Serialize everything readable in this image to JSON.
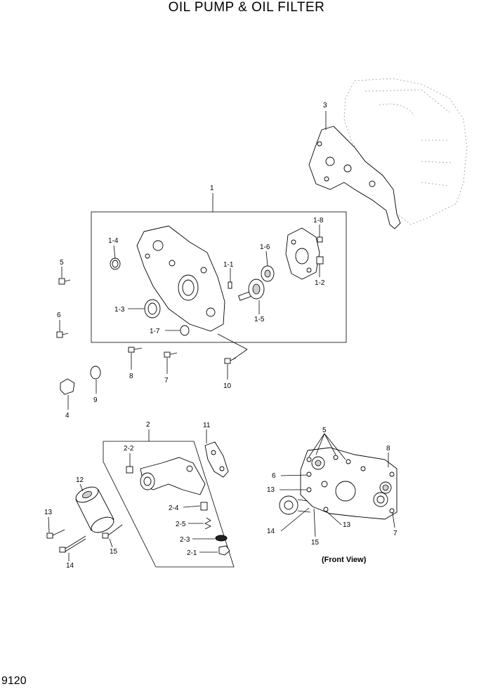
{
  "title": "OIL PUMP & OIL FILTER",
  "page_number": "9120",
  "caption": "(Front View)",
  "labels": {
    "p1": "1",
    "p1_1": "1-1",
    "p1_2": "1-2",
    "p1_3": "1-3",
    "p1_4": "1-4",
    "p1_5": "1-5",
    "p1_6": "1-6",
    "p1_7": "1-7",
    "p1_8": "1-8",
    "p2": "2",
    "p2_1": "2-1",
    "p2_2": "2-2",
    "p2_3": "2-3",
    "p2_4": "2-4",
    "p2_5": "2-5",
    "p3": "3",
    "p4": "4",
    "p5": "5",
    "p6": "6",
    "p7": "7",
    "p8": "8",
    "p9": "9",
    "p10": "10",
    "p11": "11",
    "p12": "12",
    "p13": "13",
    "p14": "14",
    "p15": "15",
    "fv5": "5",
    "fv6": "6",
    "fv8": "8",
    "fv13a": "13",
    "fv13b": "13",
    "fv14": "14",
    "fv15": "15",
    "fv7": "7"
  }
}
